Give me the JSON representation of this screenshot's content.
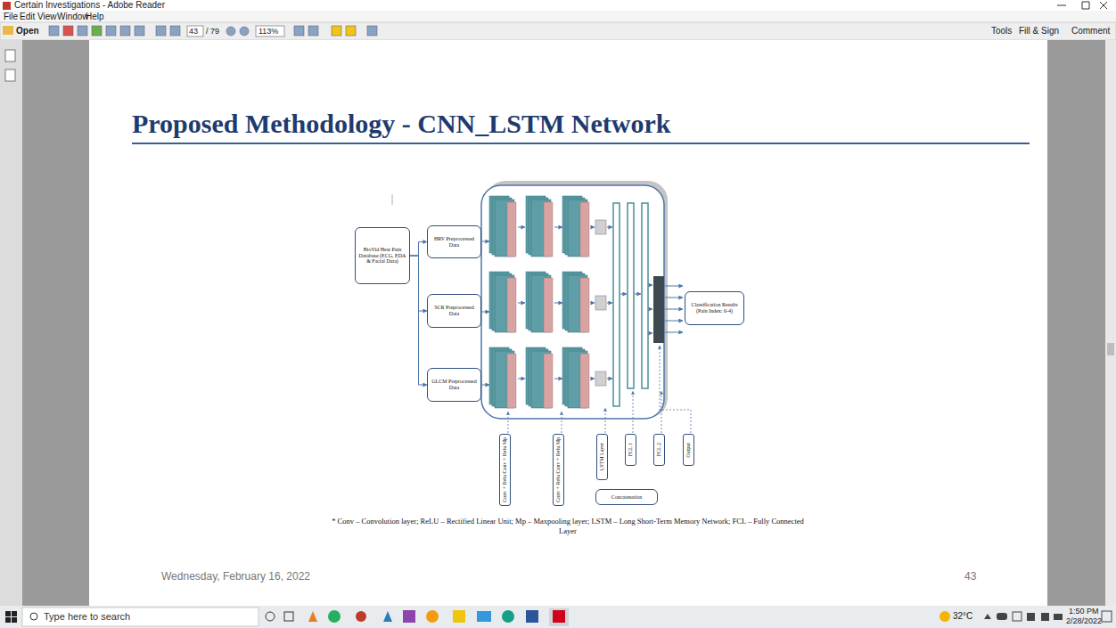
{
  "diagram": {
    "title": "Proposed Methodology - CNN_LSTM Network",
    "caption": "* Conv – Convolution layer; ReLU – Rectified Linear Unit; Mp – Maxpooling layer; LSTM – Long Short-Term Memory Network; FCL – Fully Connected Layer",
    "nodes": [
      {
        "text": [
          "BioVid Heat Pain Database (ECG, EDA & Facial Data)"
        ]
      },
      {
        "text": [
          "HRV Preprocessed Data"
        ]
      },
      {
        "text": [
          "SCR Preprocessed Data"
        ]
      },
      {
        "text": [
          "GLCM Preprocessed Data"
        ]
      },
      {
        "text": [
          "Classification Results (Pain Index: 0-4)"
        ]
      },
      {
        "text": [
          "Conv + Relu Conv + Relu Mp"
        ]
      },
      {
        "text": [
          "Conv + Relu Conv + Relu Mp"
        ]
      },
      {
        "text": [
          "LSTM Layer"
        ]
      },
      {
        "text": [
          "FCL 1"
        ]
      },
      {
        "text": [
          "FCL 2"
        ]
      },
      {
        "text": [
          "Output"
        ]
      },
      {
        "text": [
          "Concatenation"
        ]
      }
    ],
    "edges": [
      {
        "from": 0,
        "to": 1,
        "arrow": "to"
      },
      {
        "from": 0,
        "to": 2,
        "arrow": "to"
      },
      {
        "from": 0,
        "to": 3,
        "arrow": "to"
      }
    ],
    "labels": [
      "Certain Investigations - Adobe Reader",
      "File",
      "Edit",
      "View",
      "Window",
      "Help",
      "Open",
      "43",
      "/ 79",
      "113%",
      "Tools",
      "Fill & Sign",
      "Comment",
      "Wednesday, February 16, 2022",
      "43",
      "Type here to search",
      "32°C",
      "1:50 PM",
      "2/28/2022"
    ]
  }
}
